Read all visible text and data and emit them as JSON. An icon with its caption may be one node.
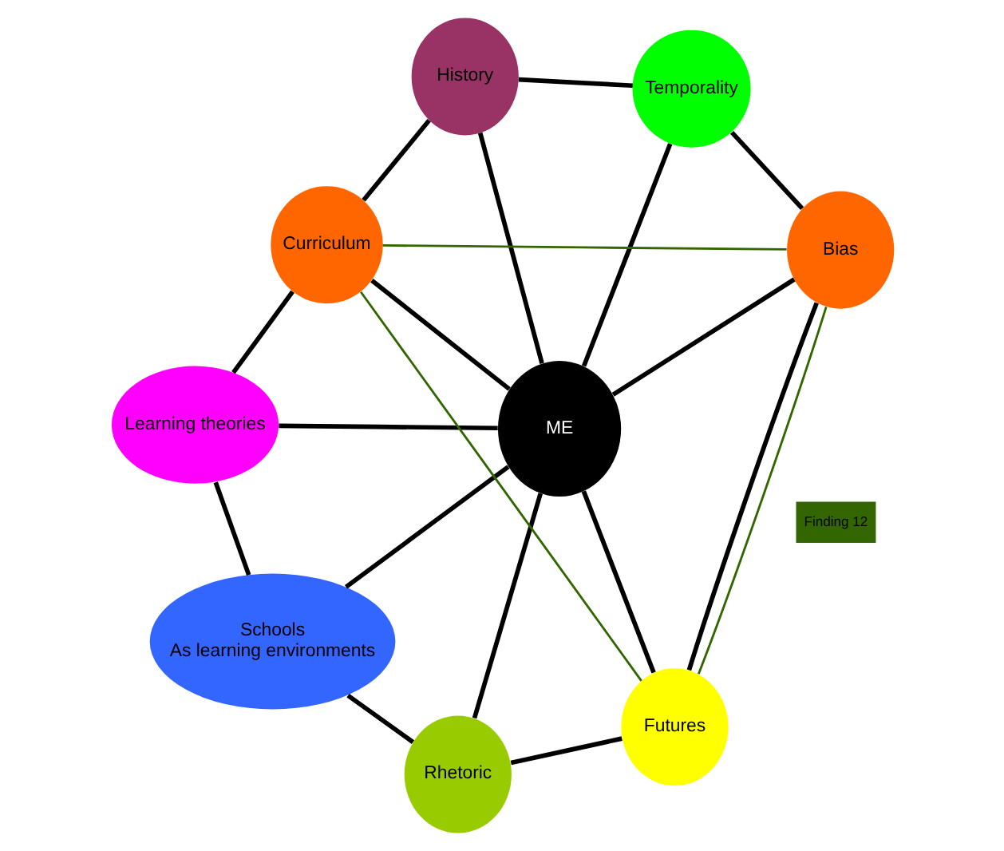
{
  "diagram": {
    "nodes": [
      {
        "text": [
          "ME"
        ]
      },
      {
        "text": [
          "Bias"
        ]
      },
      {
        "text": [
          "Futures"
        ]
      },
      {
        "text": [
          "Temporality"
        ]
      },
      {
        "text": [
          "Rhetoric"
        ]
      },
      {
        "text": [
          "History"
        ]
      },
      {
        "text": [
          "Schools",
          "As learning environments"
        ]
      },
      {
        "text": [
          "Curriculum"
        ]
      },
      {
        "text": [
          "Learning theories"
        ]
      },
      {
        "text": [
          "Finding 12"
        ]
      }
    ],
    "edges": [
      {
        "from": 0,
        "to": 1,
        "arrow": "none"
      },
      {
        "from": 0,
        "to": 2,
        "arrow": "none"
      },
      {
        "from": 0,
        "to": 3,
        "arrow": "none"
      },
      {
        "from": 0,
        "to": 4,
        "arrow": "none"
      },
      {
        "from": 0,
        "to": 5,
        "arrow": "none"
      },
      {
        "from": 0,
        "to": 6,
        "arrow": "none"
      },
      {
        "from": 0,
        "to": 7,
        "arrow": "none"
      },
      {
        "from": 0,
        "to": 8,
        "arrow": "none"
      },
      {
        "from": 1,
        "to": 3,
        "arrow": "none"
      },
      {
        "from": 3,
        "to": 5,
        "arrow": "none"
      },
      {
        "from": 5,
        "to": 7,
        "arrow": "none"
      },
      {
        "from": 7,
        "to": 8,
        "arrow": "none"
      },
      {
        "from": 8,
        "to": 6,
        "arrow": "none"
      },
      {
        "from": 6,
        "to": 4,
        "arrow": "none"
      },
      {
        "from": 4,
        "to": 2,
        "arrow": "none"
      },
      {
        "from": 2,
        "to": 1,
        "arrow": "none"
      },
      {
        "from": 1,
        "to": 2,
        "arrow": "none",
        "color": "#336600"
      },
      {
        "from": 2,
        "to": 7,
        "arrow": "none",
        "color": "#336600"
      },
      {
        "from": 7,
        "to": 1,
        "arrow": "none",
        "color": "#336600"
      }
    ]
  }
}
